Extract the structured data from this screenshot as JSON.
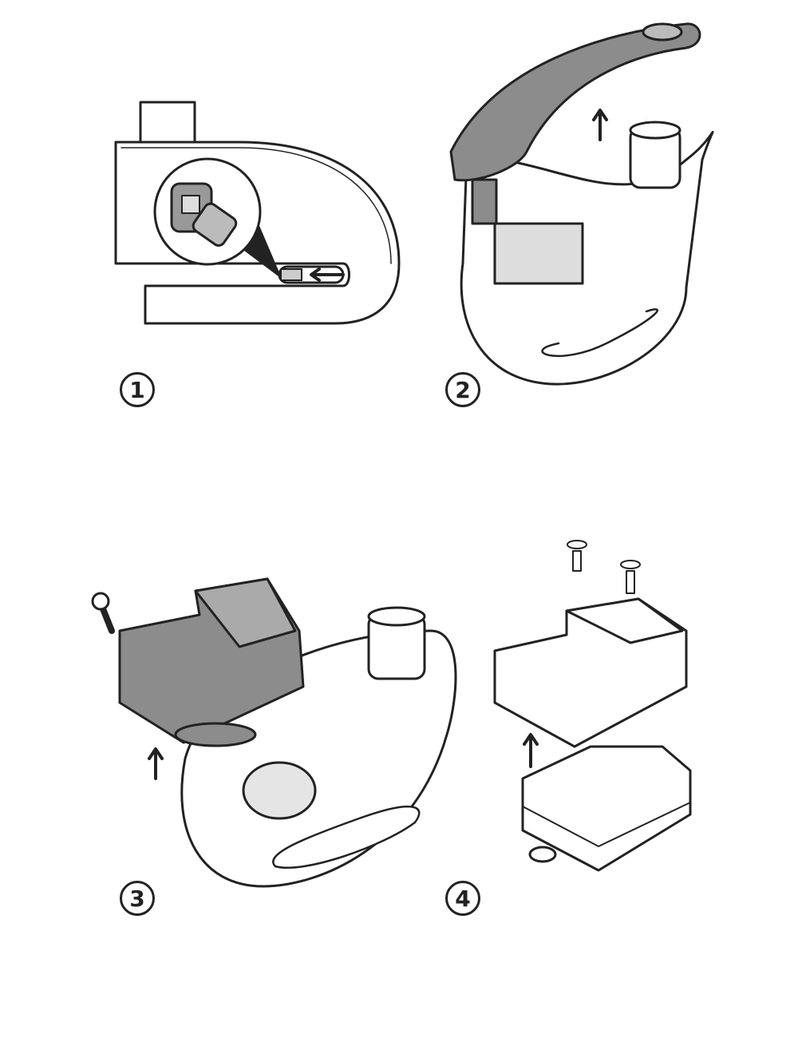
{
  "steps": [
    {
      "number": "1"
    },
    {
      "number": "2"
    },
    {
      "number": "3"
    },
    {
      "number": "4"
    }
  ],
  "colors": {
    "line": "#222222",
    "grey_part": "#8c8c8c",
    "light_grey": "#cfcfcf"
  }
}
